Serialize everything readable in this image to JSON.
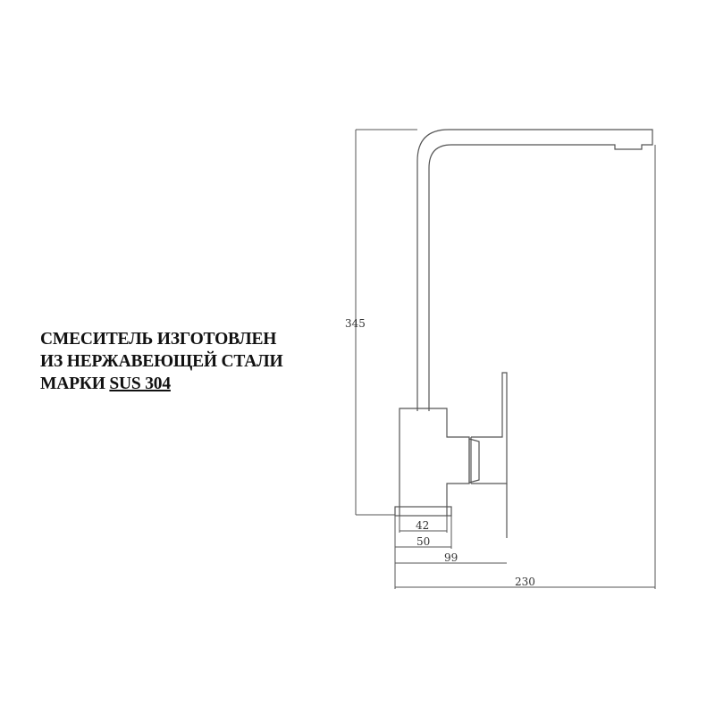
{
  "note": {
    "line1": "СМЕСИТЕЛЬ ИЗГОТОВЛЕН",
    "line2": "ИЗ НЕРЖАВЕЮЩЕЙ СТАЛИ",
    "line3_prefix": "МАРКИ ",
    "line3_grade": "SUS 304"
  },
  "dimensions": {
    "height": "345",
    "base_inner": "42",
    "base_outer": "50",
    "handle_reach": "99",
    "spout_reach": "230"
  },
  "colors": {
    "line": "#555555",
    "text": "#111111",
    "background": "#ffffff"
  }
}
